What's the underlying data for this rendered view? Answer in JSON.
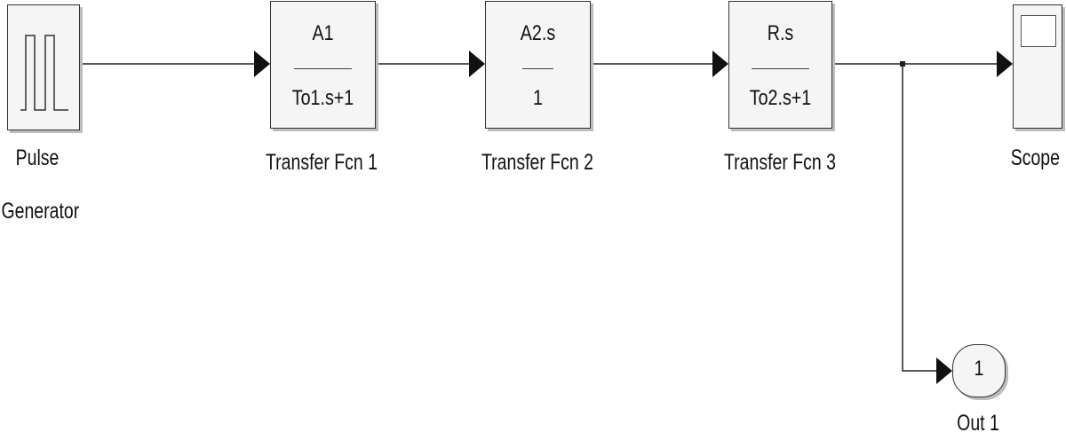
{
  "blocks": {
    "pulse": {
      "label_line1": "Pulse",
      "label_line2": "Generator",
      "icon": "pulse-wave-icon"
    },
    "tf1": {
      "numerator": "A1",
      "denominator": "To1.s+1",
      "label": "Transfer Fcn 1"
    },
    "tf2": {
      "numerator": "A2.s",
      "denominator": "1",
      "label": "Transfer Fcn 2"
    },
    "tf3": {
      "numerator": "R.s",
      "denominator": "To2.s+1",
      "label": "Transfer Fcn 3"
    },
    "scope": {
      "label": "Scope",
      "icon": "scope-screen-icon"
    },
    "out": {
      "port_number": "1",
      "label": "Out 1"
    }
  },
  "colors": {
    "line": "#222222",
    "block_fill": "#f5f5f5",
    "shadow": "#bdbdbd"
  }
}
